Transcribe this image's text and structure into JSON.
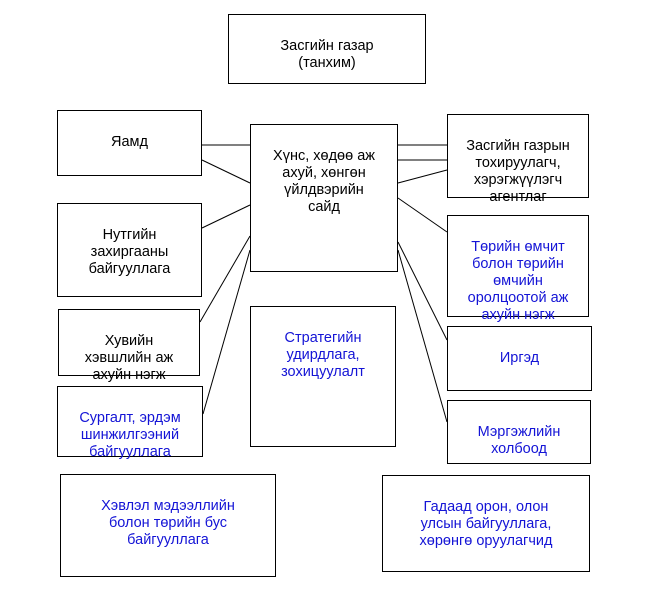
{
  "diagram": {
    "text_colors": {
      "default": "#000000",
      "highlight": "#1414d6"
    },
    "top": {
      "label": "Засгийн газар\n(танхим)"
    },
    "center": {
      "label": "Хүнс, хөдөө аж\nахуй, хөнгөн\nүйлдвэрийн\nсайд"
    },
    "left": [
      {
        "label": "Яамд"
      },
      {
        "label": "Нутгийн\nзахиргааны\nбайгууллага"
      },
      {
        "label": "Хувийн\nхэвшлийн аж\nахуйн нэгж"
      },
      {
        "label": "Сургалт, эрдэм\nшинжилгээний\nбайгууллага"
      }
    ],
    "right": [
      {
        "label": "Засгийн газрын\nтохируулагч,\nхэрэгжүүлэгч\nагентлаг"
      },
      {
        "label": "Төрийн өмчит\nболон төрийн\nөмчийн\nоролцоотой аж\nахуйн нэгж"
      },
      {
        "label": "Иргэд"
      },
      {
        "label": "Мэргэжлийн\nхолбоод"
      }
    ],
    "middle_lower": {
      "label": "Стратегийн\nудирдлага,\nзохицуулалт"
    },
    "bottom_left": {
      "label": "Хэвлэл мэдээллийн\nболон төрийн бус\nбайгууллага"
    },
    "bottom_right": {
      "label": "Гадаад орон, олон\nулсын байгууллага,\nхөрөнгө оруулагчид"
    }
  }
}
